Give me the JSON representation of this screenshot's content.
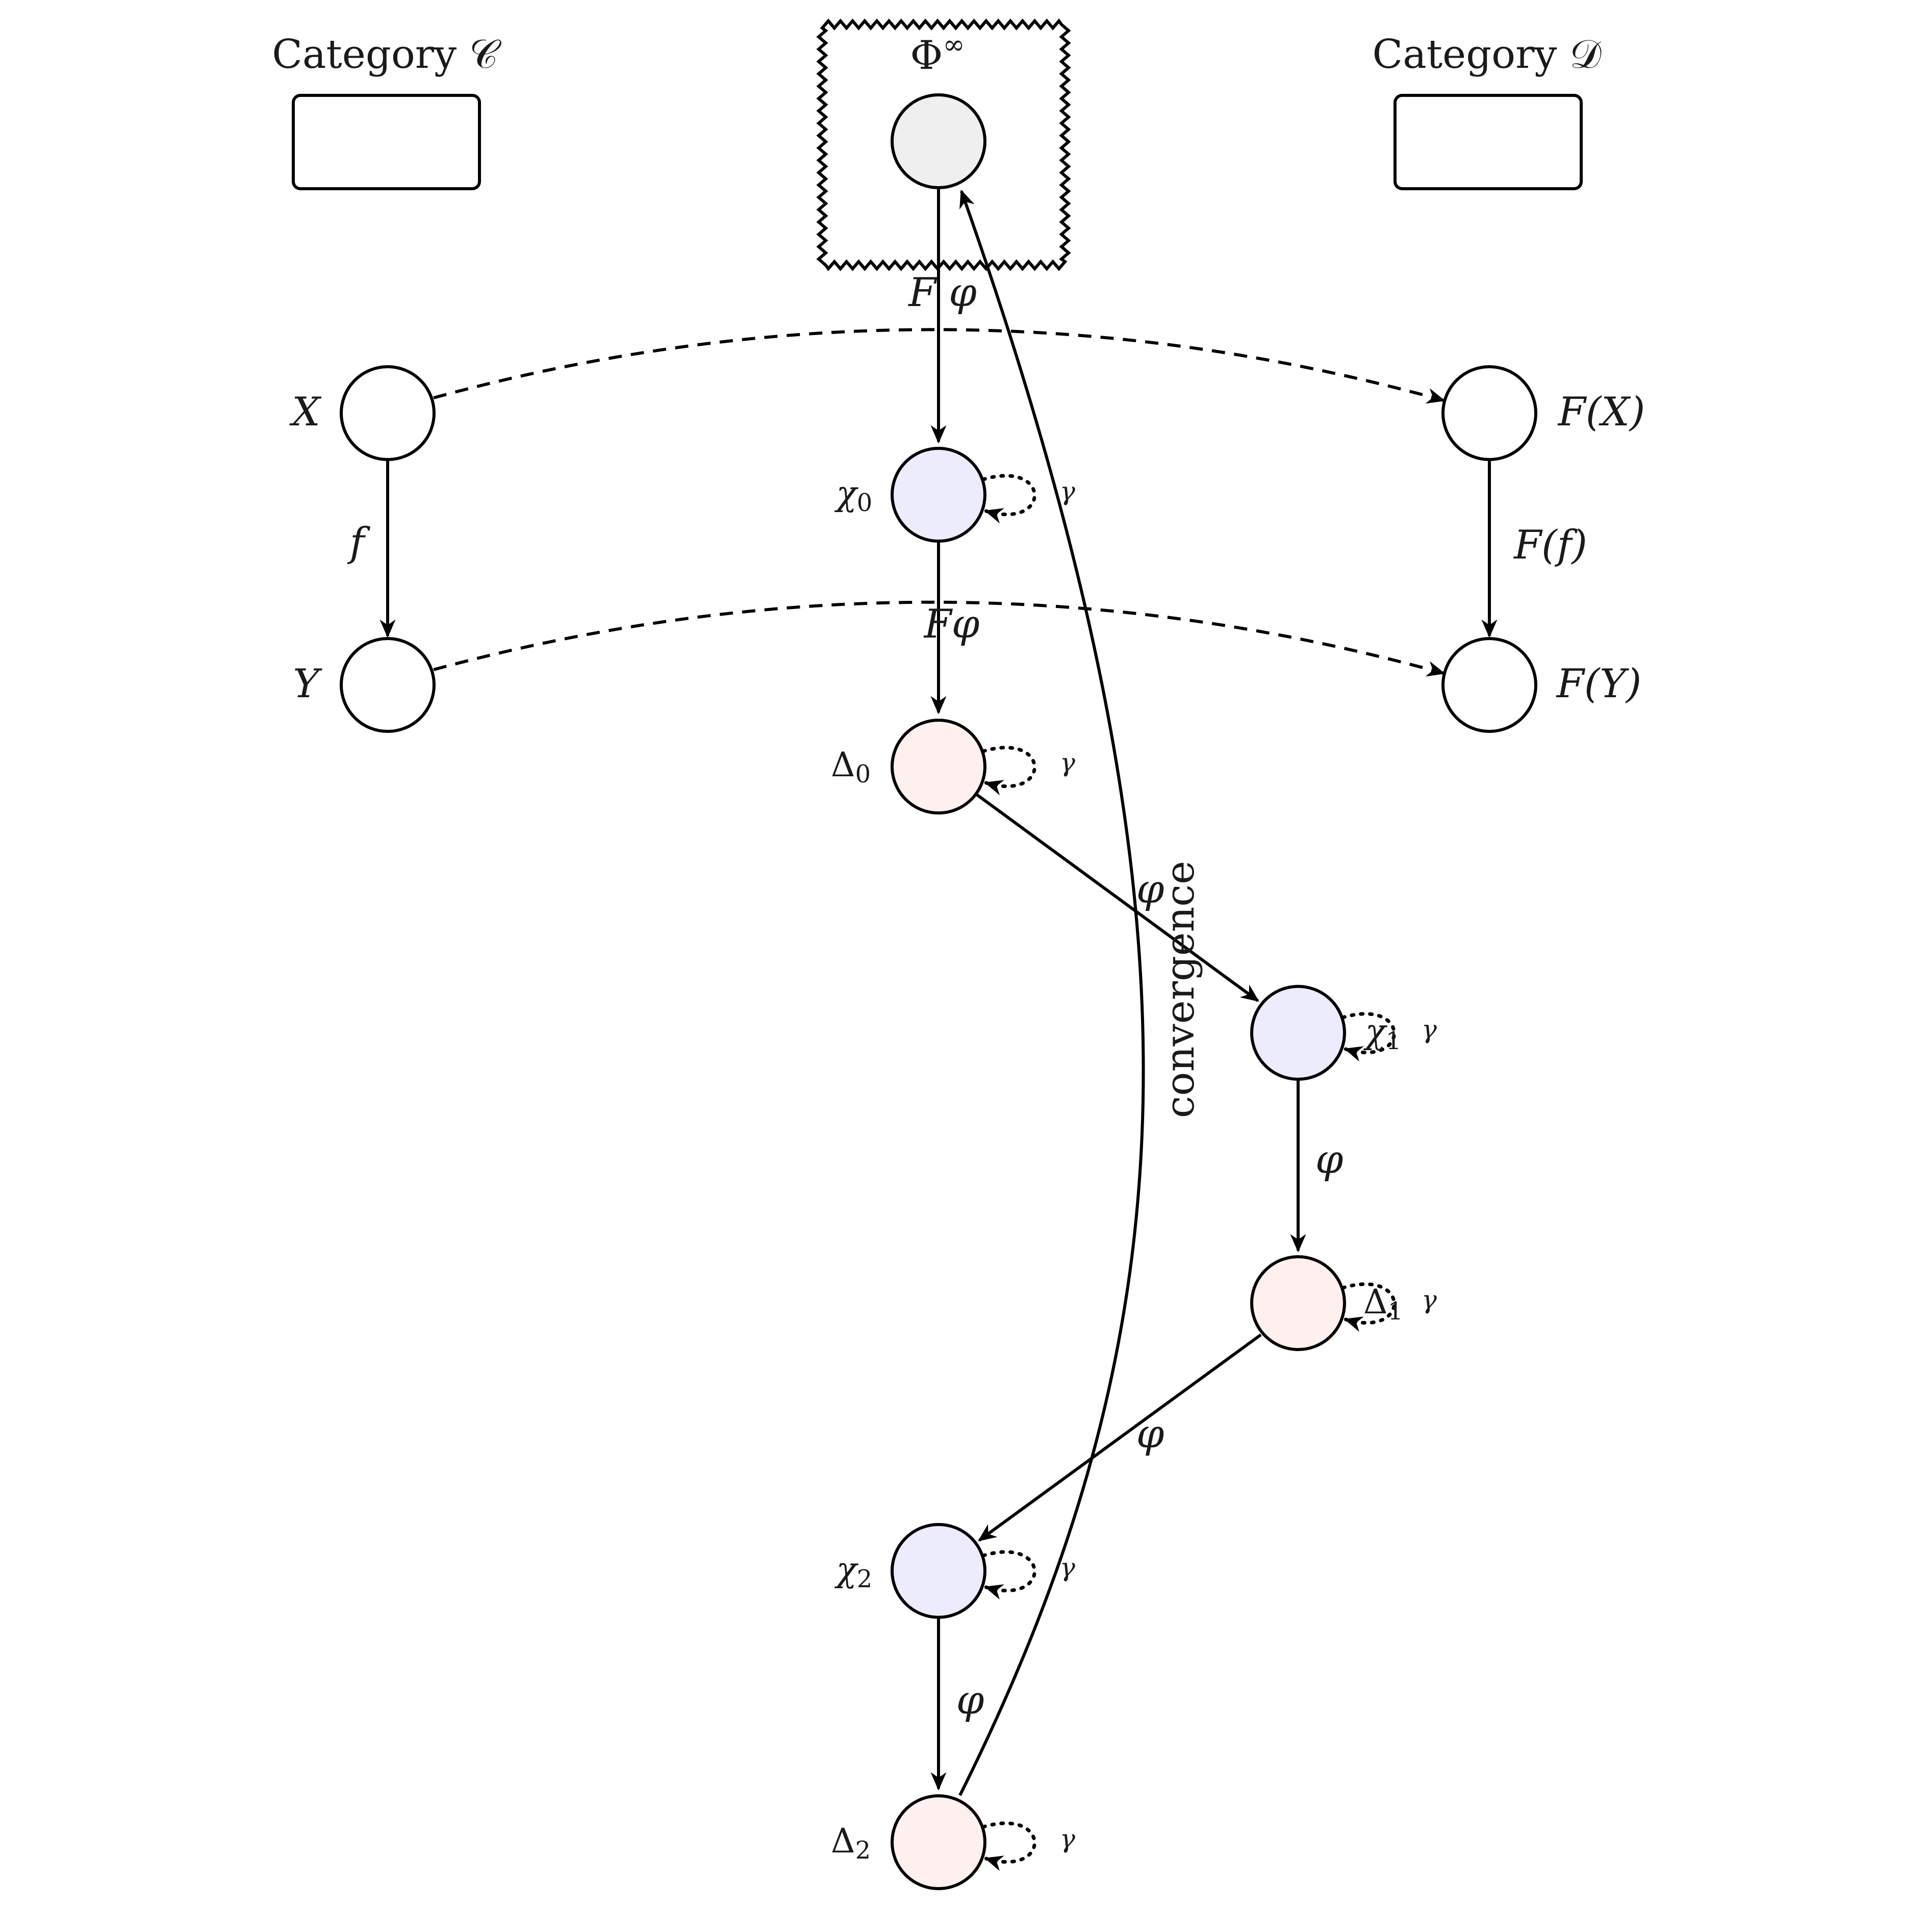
{
  "colors": {
    "xi_fill": "#ececfc",
    "delta_fill": "#fdf0ee",
    "phi_fill": "#efefef",
    "plain_fill": "#ffffff",
    "stroke": "#000000"
  },
  "categories": {
    "c_label": "Category 𝒞",
    "d_label": "Category 𝒟"
  },
  "phi": {
    "label": "Φ",
    "sup": "∞"
  },
  "left": {
    "x_label": "X",
    "y_label": "Y",
    "f_label": "f"
  },
  "right": {
    "fx_label": "F(X)",
    "fy_label": "F(Y)",
    "ff_label": "F(f)"
  },
  "chain": {
    "xi0": {
      "label": "χ",
      "sub": "0"
    },
    "delta0": {
      "label": "Δ",
      "sub": "0"
    },
    "xi1": {
      "label": "χ",
      "sub": "1"
    },
    "delta1": {
      "label": "Δ",
      "sub": "1"
    },
    "xi2": {
      "label": "χ",
      "sub": "2"
    },
    "delta2": {
      "label": "Δ",
      "sub": "2"
    },
    "gamma": "γ",
    "phi_edge": "φ",
    "f_phi_top": "F φ",
    "f_phi_mid": "Fφ",
    "convergence": "convergence"
  }
}
